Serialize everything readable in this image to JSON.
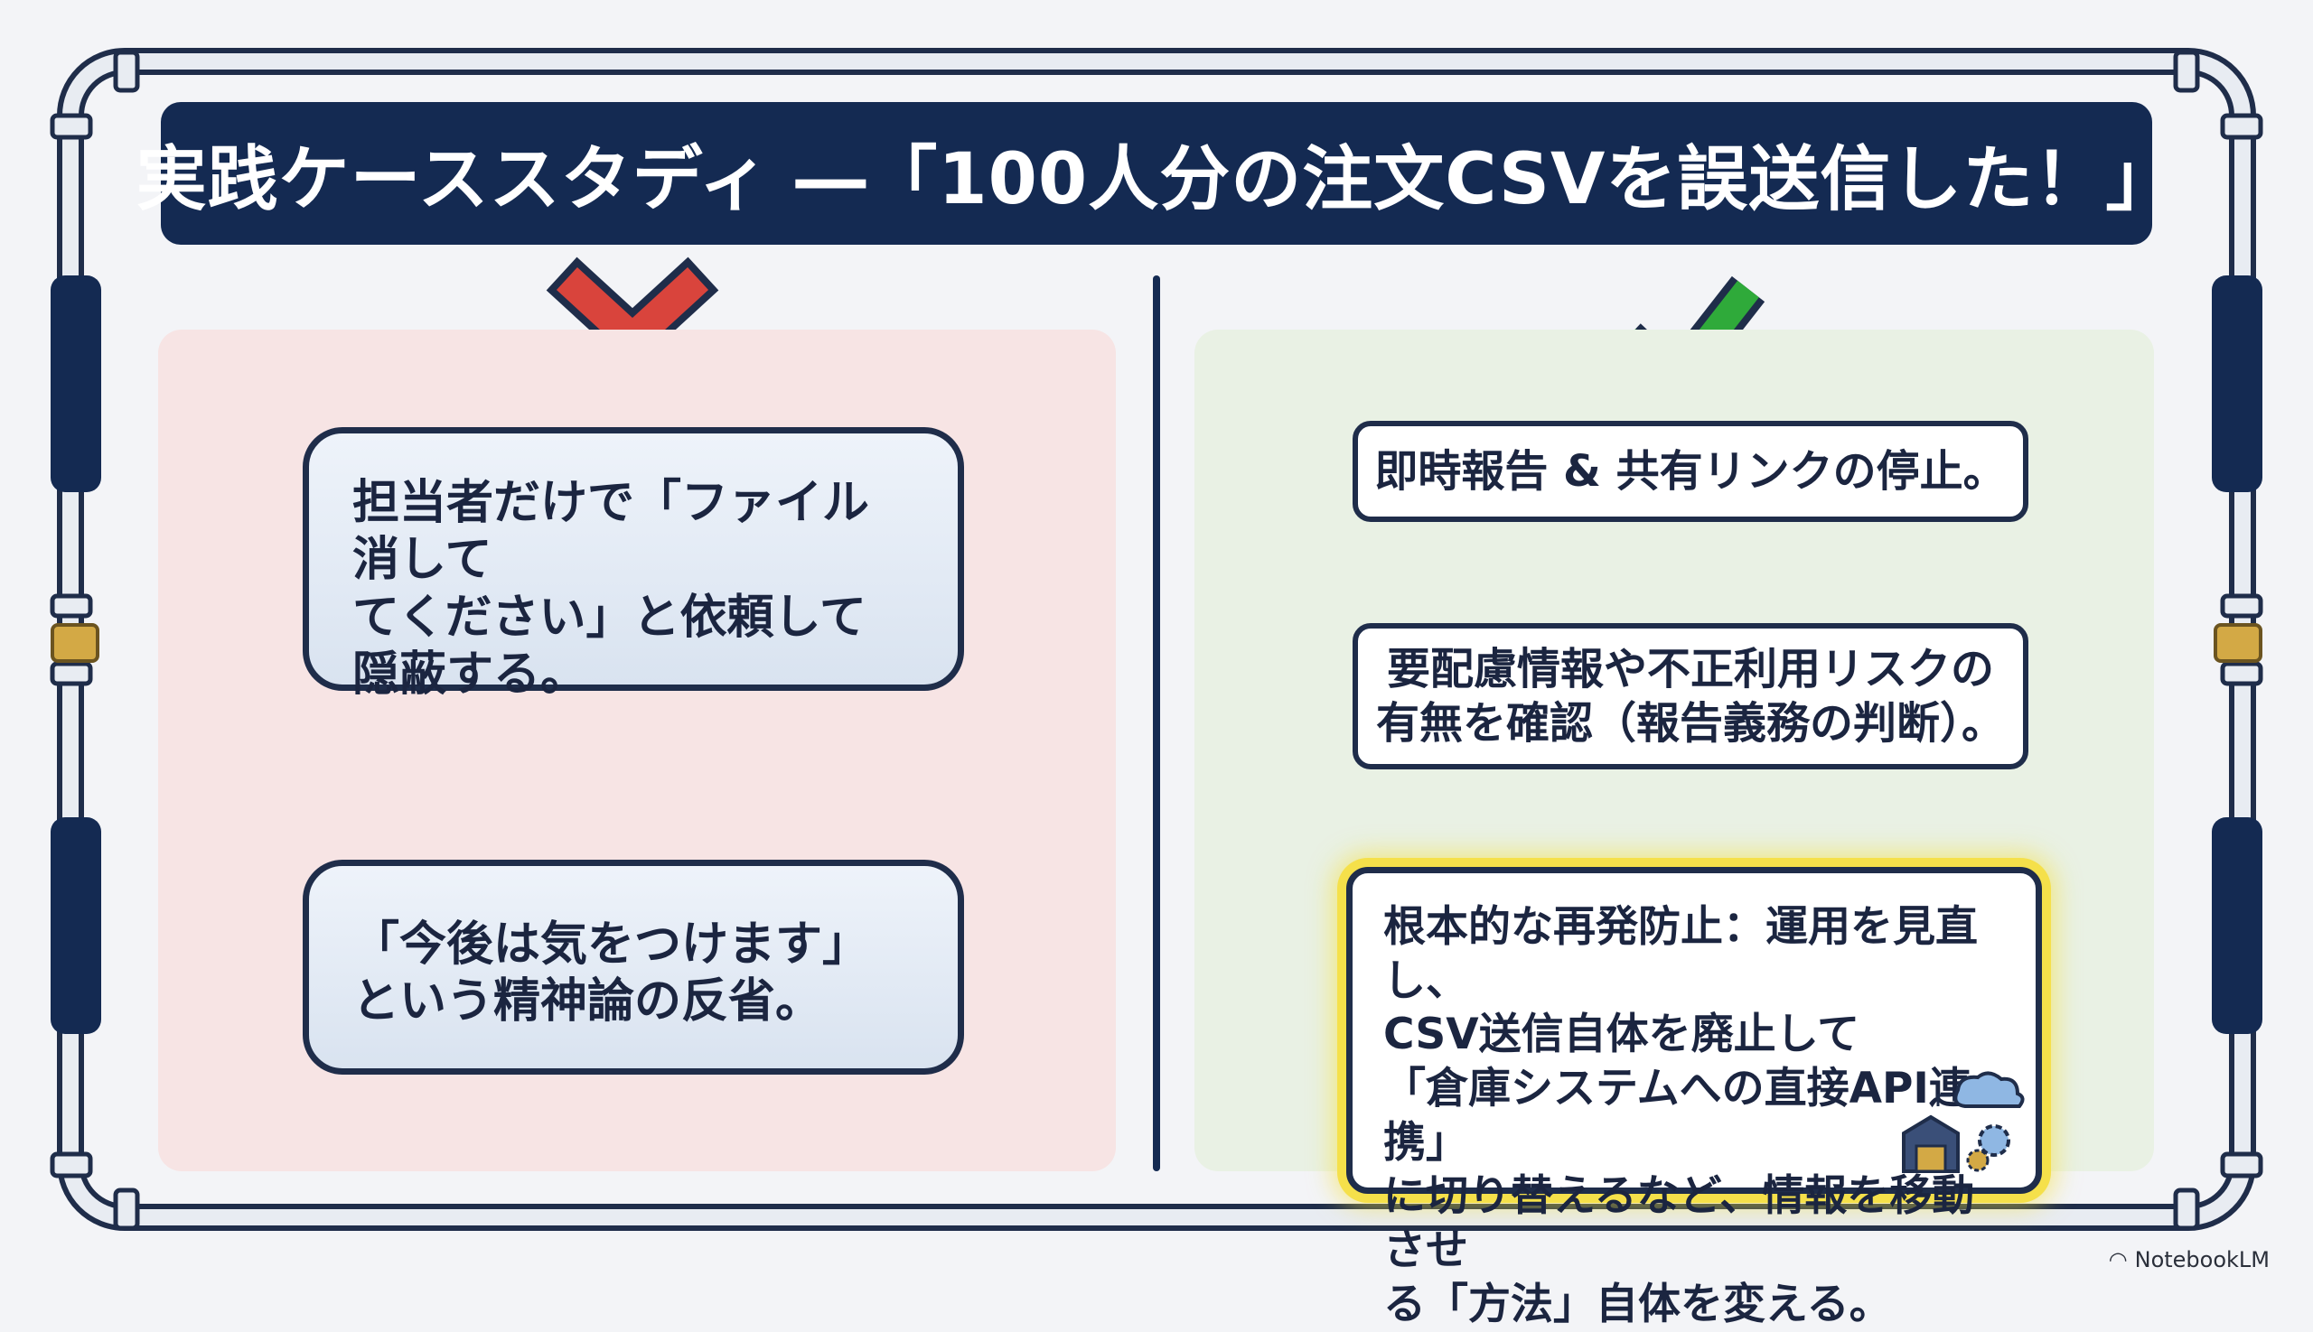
{
  "title": "実践ケーススタディ ―「100人分の注文CSVを誤送信した！」",
  "bad": {
    "mark": "×",
    "bubbles": [
      "担当者だけで「ファイル消して\nてください」と依頼して\n隠蔽する。",
      "「今後は気をつけます」\nという精神論の反省。"
    ]
  },
  "good": {
    "mark": "✓",
    "steps": [
      "即時報告 & 共有リンクの停止。",
      "要配慮情報や不正利用リスクの\n有無を確認（報告義務の判断）。"
    ],
    "final": "根本的な再発防止：運用を見直し、\nCSV送信自体を廃止して\n「倉庫システムへの直接API連携」\nに切り替えるなど、情報を移動させ\nる「方法」自体を変える。"
  },
  "watermark": "NotebookLM",
  "colors": {
    "navy": "#142a52",
    "bad_panel": "#f7e4e4",
    "good_panel": "#e9f1e4",
    "cross": "#d9443c",
    "check": "#2faa3a",
    "highlight": "#f5e04a"
  }
}
